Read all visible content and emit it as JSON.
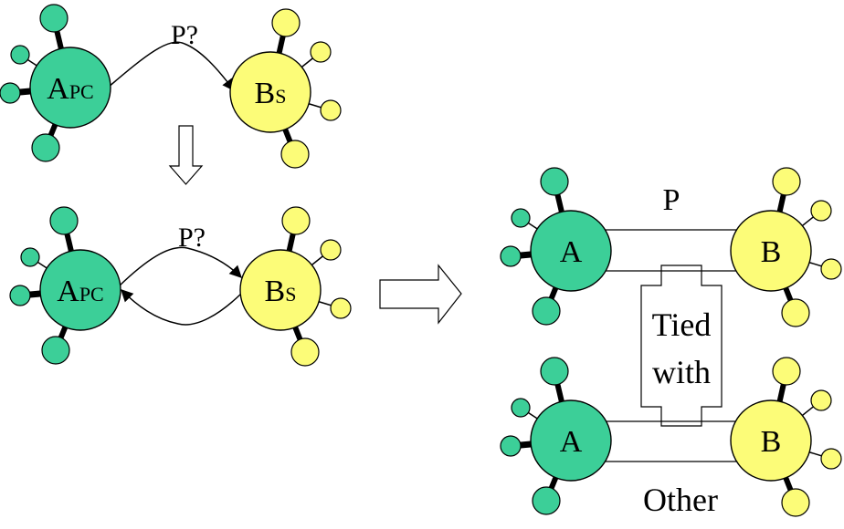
{
  "colors": {
    "a_fill": "#3ccf98",
    "b_fill": "#fcfc78",
    "stroke": "#000000"
  },
  "left": {
    "top_row": {
      "a_main": "A",
      "a_sub": "PC",
      "b_main": "B",
      "b_sub": "S",
      "edge_label": "P?"
    },
    "middle_row": {
      "a_main": "A",
      "a_sub": "PC",
      "b_main": "B",
      "b_sub": "S",
      "edge_label": "P?"
    }
  },
  "right": {
    "top_pair": {
      "a_label": "A",
      "b_label": "B",
      "edge_label": "P"
    },
    "bottom_pair": {
      "a_label": "A",
      "b_label": "B",
      "edge_label": "Other"
    },
    "tie_label_line1": "Tied",
    "tie_label_line2": "with"
  }
}
